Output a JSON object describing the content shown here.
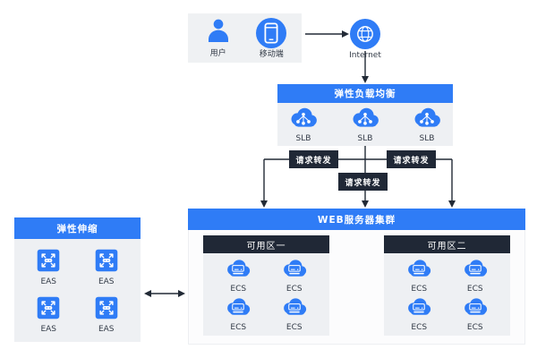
{
  "colors": {
    "accent_blue": "#2F7CF6",
    "dark_navy": "#202836",
    "panel_gray": "#EEF0F3",
    "arrow": "#222A36"
  },
  "client": {
    "user_label": "用户",
    "mobile_label": "移动端",
    "internet_label": "Internet"
  },
  "slb": {
    "title": "弹性负载均衡",
    "nodes": [
      "SLB",
      "SLB",
      "SLB"
    ]
  },
  "forwards": [
    "请求转发",
    "请求转发",
    "请求转发"
  ],
  "web": {
    "title": "WEB服务器集群",
    "zones": [
      {
        "title": "可用区一",
        "nodes": [
          "ECS",
          "ECS",
          "ECS",
          "ECS"
        ]
      },
      {
        "title": "可用区二",
        "nodes": [
          "ECS",
          "ECS",
          "ECS",
          "ECS"
        ]
      }
    ]
  },
  "eas": {
    "title": "弹性伸缩",
    "nodes": [
      "EAS",
      "EAS",
      "EAS",
      "EAS"
    ]
  }
}
